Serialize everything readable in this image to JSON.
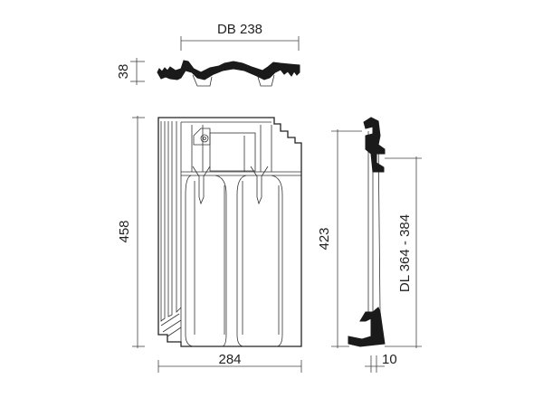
{
  "drawing": {
    "width_label": "DB 238",
    "profile_height_label": "38",
    "overall_length_label": "458",
    "overall_width_label": "284",
    "cover_length_label": "423",
    "batten_gauge_label": "DL 364 - 384",
    "thickness_label": "10"
  }
}
